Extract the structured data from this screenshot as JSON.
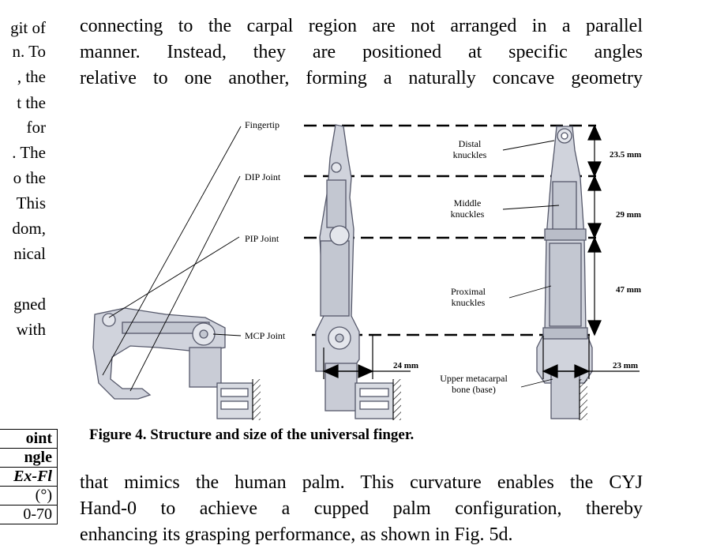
{
  "left_column": {
    "lines": [
      "git of",
      "n. To",
      ", the",
      "t the",
      "for",
      ". The",
      "o the",
      "This",
      "dom,",
      "nical",
      "gned",
      "with"
    ]
  },
  "main_text": {
    "top_lines": [
      "connecting to the carpal region are not arranged in a parallel",
      "manner. Instead, they are positioned at specific angles",
      "relative to one another, forming a naturally concave geometry"
    ],
    "bottom_lines": [
      "that mimics the human palm. This curvature enables the CYJ",
      "Hand-0 to achieve a cupped palm configuration, thereby",
      "enhancing its grasping performance, as shown in Fig. 5d."
    ]
  },
  "figure": {
    "caption": "Figure 4. Structure and size of the universal finger.",
    "labels": {
      "fingertip": "Fingertip",
      "dip": "DIP Joint",
      "pip": "PIP Joint",
      "mcp": "MCP Joint",
      "distal": "Distal\nknuckles",
      "middle": "Middle\nknuckles",
      "proximal": "Proximal\nknuckles",
      "metacarpal": "Upper metacarpal\nbone (base)"
    },
    "dimensions": {
      "distal": "23.5 mm",
      "middle": "29 mm",
      "proximal": "47 mm",
      "width_side": "24 mm",
      "width_front": "23 mm"
    }
  },
  "table": {
    "rows": [
      "oint",
      "ngle",
      "Ex-Fl",
      "(°)",
      "0-70"
    ]
  },
  "colors": {
    "text": "#000000",
    "part_fill": "#d0d3dc",
    "part_stroke": "#55586a"
  }
}
